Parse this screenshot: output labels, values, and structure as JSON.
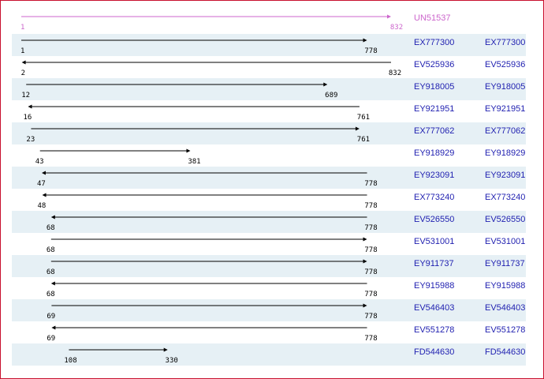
{
  "query": {
    "id": "UN51537",
    "start": 1,
    "end": 832,
    "direction": "forward",
    "color": "#cc66cc"
  },
  "scale": {
    "min": 1,
    "max": 832
  },
  "colors": {
    "row_band": "#e6f0f5",
    "arrow": "#000000",
    "link": "#1f1fb0",
    "border": "#c8102e"
  },
  "alignments": [
    {
      "id": "EX777300",
      "link": "EX777300",
      "start": 1,
      "end": 778,
      "direction": "forward"
    },
    {
      "id": "EV525936",
      "link": "EV525936",
      "start": 2,
      "end": 832,
      "direction": "reverse"
    },
    {
      "id": "EY918005",
      "link": "EY918005",
      "start": 12,
      "end": 689,
      "direction": "forward"
    },
    {
      "id": "EY921951",
      "link": "EY921951",
      "start": 16,
      "end": 761,
      "direction": "reverse"
    },
    {
      "id": "EX777062",
      "link": "EX777062",
      "start": 23,
      "end": 761,
      "direction": "forward"
    },
    {
      "id": "EY918929",
      "link": "EY918929",
      "start": 43,
      "end": 381,
      "direction": "forward"
    },
    {
      "id": "EY923091",
      "link": "EY923091",
      "start": 47,
      "end": 778,
      "direction": "reverse"
    },
    {
      "id": "EX773240",
      "link": "EX773240",
      "start": 48,
      "end": 778,
      "direction": "reverse"
    },
    {
      "id": "EV526550",
      "link": "EV526550",
      "start": 68,
      "end": 778,
      "direction": "reverse"
    },
    {
      "id": "EV531001",
      "link": "EV531001",
      "start": 68,
      "end": 778,
      "direction": "forward"
    },
    {
      "id": "EY911737",
      "link": "EY911737",
      "start": 68,
      "end": 778,
      "direction": "forward"
    },
    {
      "id": "EY915988",
      "link": "EY915988",
      "start": 68,
      "end": 778,
      "direction": "reverse"
    },
    {
      "id": "EV546403",
      "link": "EV546403",
      "start": 69,
      "end": 778,
      "direction": "forward"
    },
    {
      "id": "EV551278",
      "link": "EV551278",
      "start": 69,
      "end": 778,
      "direction": "reverse"
    },
    {
      "id": "FD544630",
      "link": "FD544630",
      "start": 108,
      "end": 330,
      "direction": "forward"
    }
  ]
}
